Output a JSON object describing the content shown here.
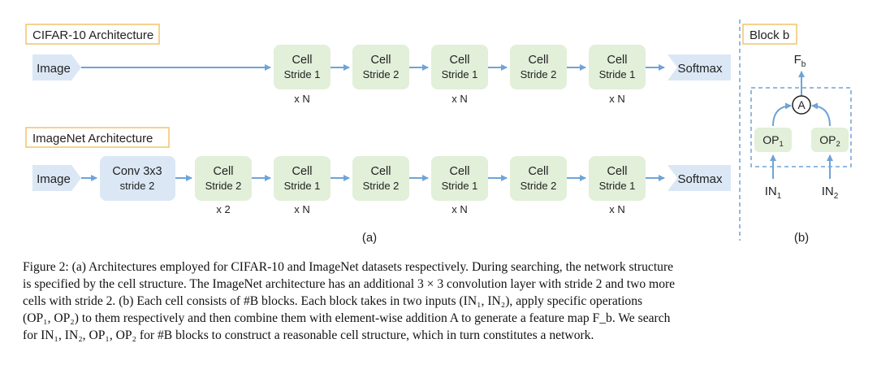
{
  "panel_a": {
    "cifar": {
      "title": "CIFAR-10 Architecture",
      "input": "Image",
      "cells": [
        {
          "name": "Cell",
          "stride": "Stride 1",
          "repeat": "x N"
        },
        {
          "name": "Cell",
          "stride": "Stride 2",
          "repeat": ""
        },
        {
          "name": "Cell",
          "stride": "Stride 1",
          "repeat": "x N"
        },
        {
          "name": "Cell",
          "stride": "Stride 2",
          "repeat": ""
        },
        {
          "name": "Cell",
          "stride": "Stride 1",
          "repeat": "x N"
        }
      ],
      "output": "Softmax"
    },
    "imagenet": {
      "title": "ImageNet Architecture",
      "input": "Image",
      "conv": {
        "line1": "Conv 3x3",
        "line2": "stride 2"
      },
      "cells": [
        {
          "name": "Cell",
          "stride": "Stride 2",
          "repeat": "x 2"
        },
        {
          "name": "Cell",
          "stride": "Stride 1",
          "repeat": "x N"
        },
        {
          "name": "Cell",
          "stride": "Stride 2",
          "repeat": ""
        },
        {
          "name": "Cell",
          "stride": "Stride 1",
          "repeat": "x N"
        },
        {
          "name": "Cell",
          "stride": "Stride 2",
          "repeat": ""
        },
        {
          "name": "Cell",
          "stride": "Stride 1",
          "repeat": "x N"
        }
      ],
      "output": "Softmax"
    },
    "label": "(a)"
  },
  "panel_b": {
    "title": "Block b",
    "output": "F",
    "output_sub": "b",
    "combine": "A",
    "op1": "OP",
    "op1_sub": "1",
    "op2": "OP",
    "op2_sub": "2",
    "in1": "IN",
    "in1_sub": "1",
    "in2": "IN",
    "in2_sub": "2",
    "label": "(b)"
  },
  "caption": {
    "lines": [
      "Figure 2: (a) Architectures employed for CIFAR-10 and ImageNet datasets respectively. During searching, the network structure",
      "is specified by the cell structure. The ImageNet architecture has an additional 3 × 3 convolution layer with stride 2 and two more",
      "cells with stride 2. (b) Each cell consists of #B blocks. Each block takes in two inputs (IN₁, IN₂), apply specific operations",
      "(OP₁, OP₂) to them respectively and then combine them with element-wise addition A to generate a feature map F_b. We search",
      "for IN₁, IN₂, OP₁, OP₂ for #B blocks to construct a reasonable cell structure, which in turn constitutes a network."
    ]
  },
  "colors": {
    "cell_fill": "#e2efd9",
    "io_fill": "#dbe7f5",
    "conv_fill": "#dbe7f5",
    "arrow": "#6fa3d8",
    "title_border": "#f4c46a",
    "dash": "#6fa3d8"
  }
}
